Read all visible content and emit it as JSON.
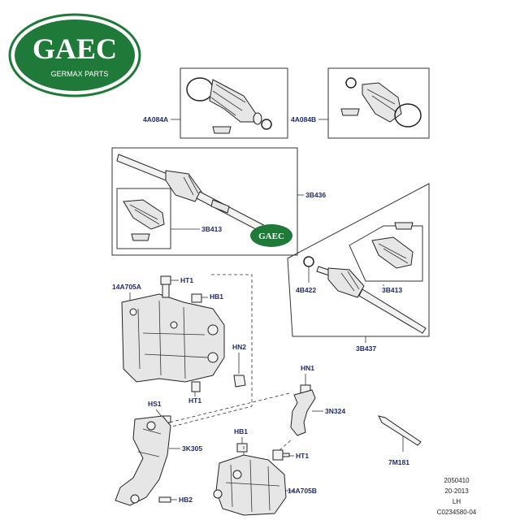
{
  "brand": {
    "logo_text": "GAEC",
    "name": "GERMAX PARTS",
    "color": "#1f7a3a"
  },
  "labels": {
    "boot_kit_a": "4A084A",
    "boot_kit_b": "4A084B",
    "halfshaft_right": "3B436",
    "outer_joint_top": "3B413",
    "halfshaft_left": "3B437",
    "snap_ring": "4B422",
    "outer_joint_right": "3B413",
    "bracket_a": "14A705A",
    "bracket_b": "14A705B",
    "bolt_ht1_a": "HT1",
    "bolt_hb1_a": "HB1",
    "nut_hn2": "HN2",
    "bolt_ht1_b": "HT1",
    "nut_hn1": "HN1",
    "heat_shield": "3N324",
    "stud_hs1": "HS1",
    "support": "3K305",
    "bolt_hb2": "HB2",
    "bolt_hb1_b": "HB1",
    "bolt_ht1_c": "HT1",
    "cable_tie": "7M181"
  },
  "meta": {
    "line1": "2050410",
    "line2": "20-2013",
    "line3": "LH",
    "line4": "C0234580-04"
  },
  "colors": {
    "label": "#1f2a6b",
    "line": "#333333"
  }
}
